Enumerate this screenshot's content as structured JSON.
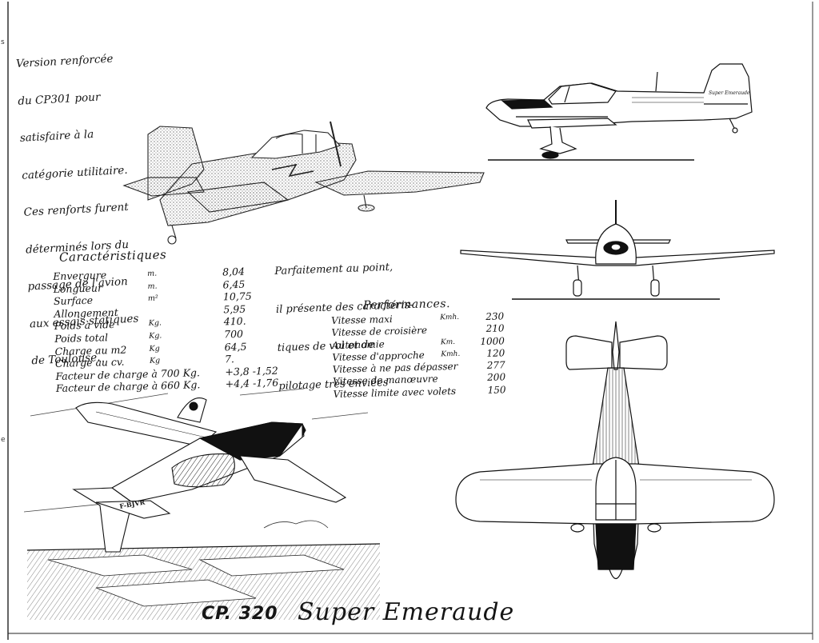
{
  "intro_text": [
    "Version renforcée",
    "du CP301 pour",
    "satisfaire à la",
    "catégorie utilitaire.",
    "Ces renforts furent",
    "déterminés lors du",
    "passage de l'avion",
    "aux essais statiques",
    "de Toulouse."
  ],
  "precis_text": [
    "Parfaitement au point,",
    "il présente des caractéris-",
    "tiques de vol et de",
    "pilotage très enviées"
  ],
  "characteristics": {
    "title": "Caractéristiques",
    "rows": [
      {
        "label": "Envergure",
        "unit": "m.",
        "value": "8,04"
      },
      {
        "label": "Longueur",
        "unit": "m.",
        "value": "6,45"
      },
      {
        "label": "Surface",
        "unit": "m²",
        "value": "10,75"
      },
      {
        "label": "Allongement",
        "unit": "",
        "value": "5,95"
      },
      {
        "label": "Poids à vide",
        "unit": "Kg.",
        "value": "410."
      },
      {
        "label": "Poids total",
        "unit": "Kg.",
        "value": "700"
      },
      {
        "label": "Charge au m2",
        "unit": "Kg",
        "value": "64,5"
      },
      {
        "label": "Charge au cv.",
        "unit": "Kg",
        "value": "7."
      },
      {
        "label": "Facteur de charge à 700 Kg.",
        "unit": "",
        "value": "+3,8 -1,52"
      },
      {
        "label": "Facteur de charge à 660 Kg.",
        "unit": "",
        "value": "+4,4 -1,76"
      }
    ]
  },
  "performances": {
    "title": "Performances.",
    "rows": [
      {
        "label": "Vitesse maxi",
        "unit": "Kmh.",
        "value": "230"
      },
      {
        "label": "Vitesse de croisière",
        "unit": "",
        "value": "210"
      },
      {
        "label": "Autonomie",
        "unit": "Km.",
        "value": "1000"
      },
      {
        "label": "Vitesse d'approche",
        "unit": "Kmh.",
        "value": "120"
      },
      {
        "label": "Vitesse à ne pas dépasser",
        "unit": "",
        "value": "277"
      },
      {
        "label": "Vitesse de manœuvre",
        "unit": "",
        "value": "200"
      },
      {
        "label": "Vitesse limite avec volets",
        "unit": "",
        "value": "150"
      }
    ]
  },
  "footer": {
    "model": "CP. 320",
    "name": "Super Emeraude"
  },
  "aircraft_markings": {
    "tail_text": "Super Emeraude",
    "registration": "F-BJVR"
  },
  "margin_marks": [
    "s",
    "e"
  ],
  "colors": {
    "ink": "#111111",
    "paper": "#ffffff"
  }
}
